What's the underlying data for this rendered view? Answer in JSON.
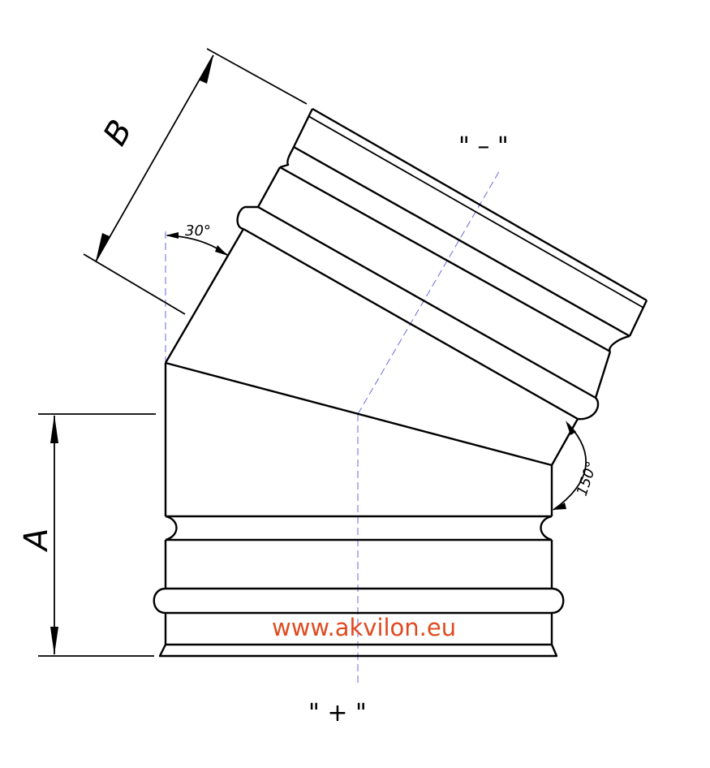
{
  "drawing": {
    "dimension_a_label": "A",
    "dimension_b_label": "B",
    "angle_small_label": "30°",
    "angle_large_label": "150°",
    "minus_side_label": "\" – \"",
    "plus_side_label": "\" + \"",
    "watermark": "www.akvilon.eu"
  },
  "colors": {
    "line": "#000000",
    "centerline": "#6a6ae0",
    "watermark": "#e04a1f"
  }
}
